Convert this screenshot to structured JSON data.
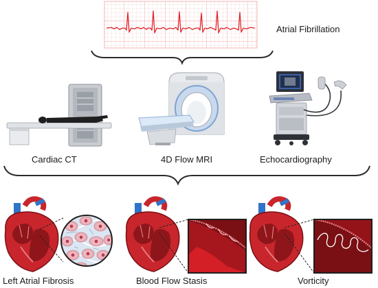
{
  "top": {
    "label": "Atrial Fibrillation"
  },
  "modalities": [
    {
      "label": "Cardiac CT",
      "icon": "ct-scanner-icon"
    },
    {
      "label": "4D Flow MRI",
      "icon": "mri-scanner-icon"
    },
    {
      "label": "Echocardiography",
      "icon": "ultrasound-machine-icon"
    }
  ],
  "outcomes": [
    {
      "label": "Left Atrial Fibrosis",
      "icon": "fibrosis-tissue-icon"
    },
    {
      "label": "Blood Flow Stasis",
      "icon": "blood-stasis-icon"
    },
    {
      "label": "Vorticity",
      "icon": "vortex-flow-icon"
    }
  ],
  "colors": {
    "ecg_trace": "#e0242b",
    "ecg_grid": "#f6c4c4",
    "heart_red": "#c8262c",
    "vessel_blue": "#2f74c8",
    "myocardium_dark": "#7a0f14"
  }
}
